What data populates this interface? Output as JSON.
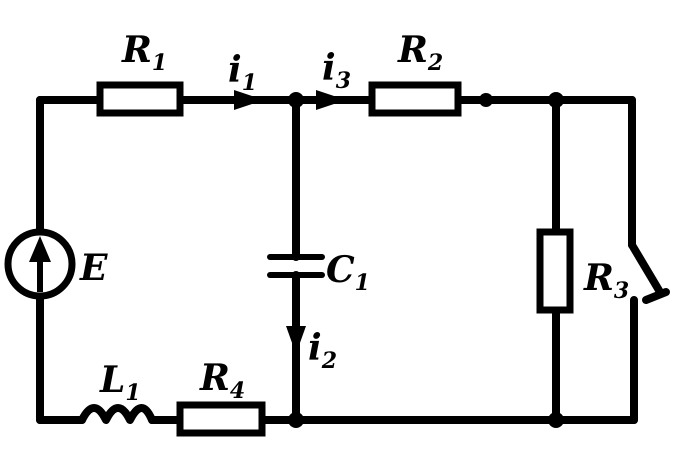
{
  "labels": {
    "R1": {
      "base": "R",
      "sub": "1"
    },
    "R2": {
      "base": "R",
      "sub": "2"
    },
    "R3": {
      "base": "R",
      "sub": "3"
    },
    "R4": {
      "base": "R",
      "sub": "4"
    },
    "C1": {
      "base": "C",
      "sub": "1"
    },
    "L1": {
      "base": "L",
      "sub": "1"
    },
    "E": {
      "base": "E"
    },
    "i1": {
      "base": "i",
      "sub": "1"
    },
    "i2": {
      "base": "i",
      "sub": "2"
    },
    "i3": {
      "base": "i",
      "sub": "3"
    }
  },
  "colors": {
    "ink": "#000000",
    "paper": "#ffffff"
  },
  "icons": {
    "source": "voltage-source-icon",
    "switch": "switch-icon",
    "inductor": "inductor-icon"
  }
}
